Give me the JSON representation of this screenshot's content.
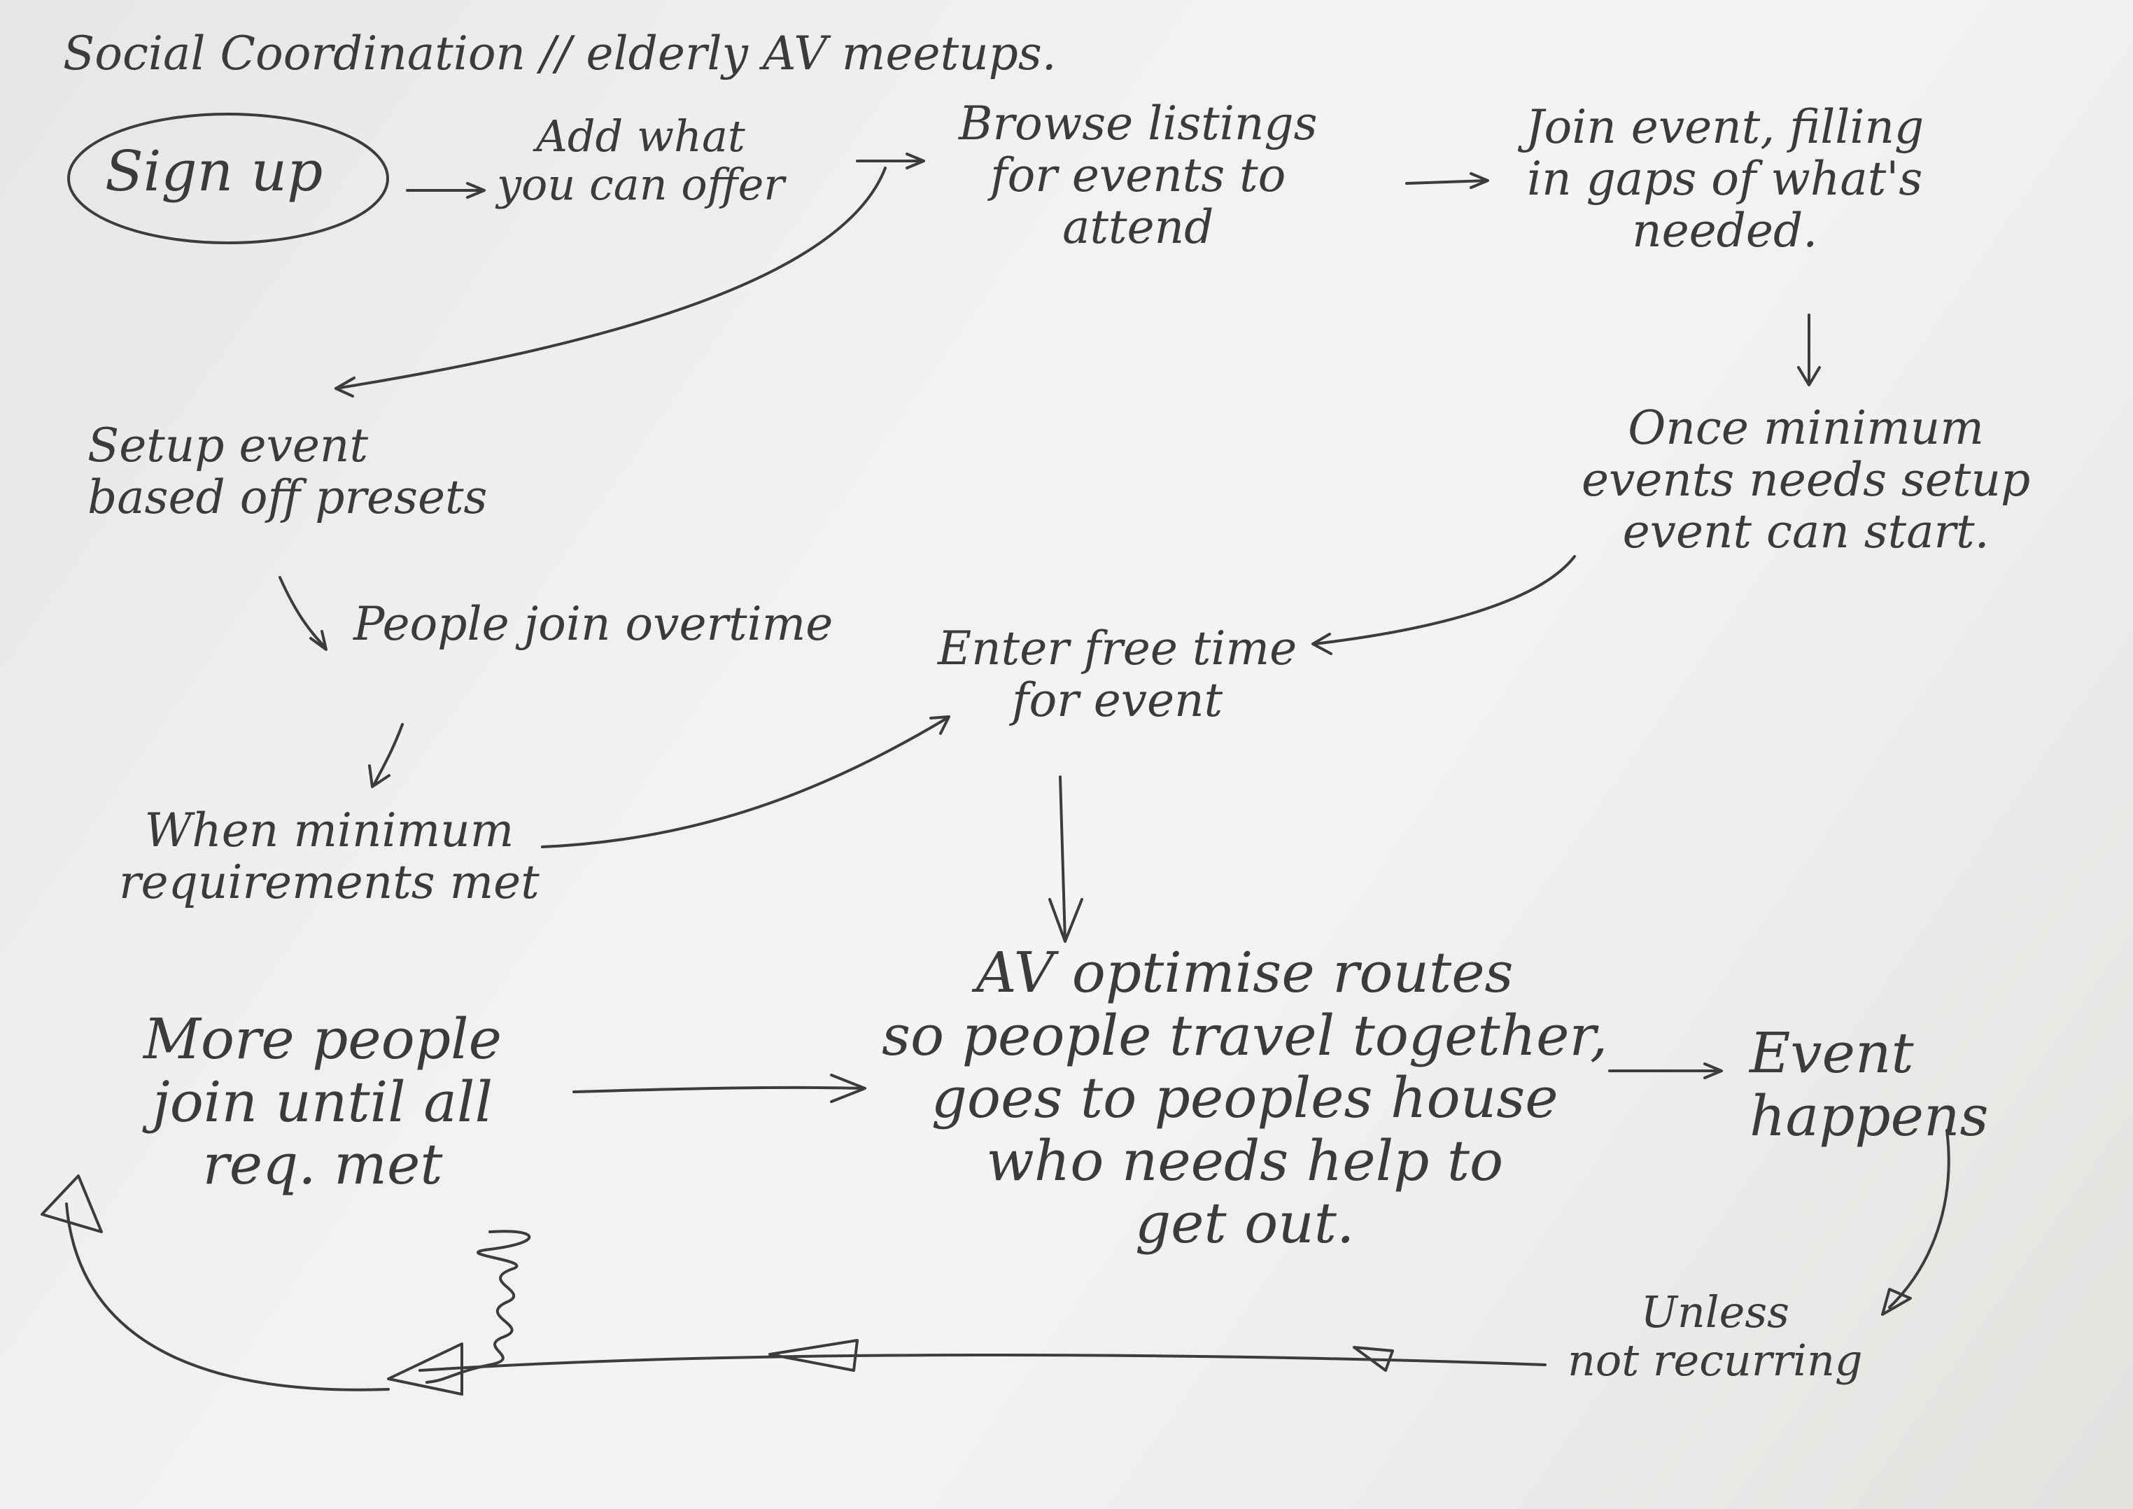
{
  "title": "Social Coordination // elderly AV meetups.",
  "nodes": {
    "sign_up": "Sign up",
    "add_offer": "Add what\nyou can offer",
    "browse": "Browse listings\nfor events to\nattend",
    "join_event": "Join event, filling\nin gaps of what's\nneeded.",
    "setup_event": "Setup event\nbased off presets",
    "people_join": "People join overtime",
    "once_minimum": "Once minimum\nevents needs setup\nevent can start.",
    "enter_free_time": "Enter free time\nfor event",
    "when_minimum": "When minimum\nrequirements met",
    "av_optimise": "AV optimise routes\nso people travel together,\ngoes to peoples house\nwho needs help to\nget out.",
    "more_people": "More people\njoin until all\nreq. met",
    "event_happens": "Event happens",
    "unless": "Unless\nnot recurring"
  }
}
